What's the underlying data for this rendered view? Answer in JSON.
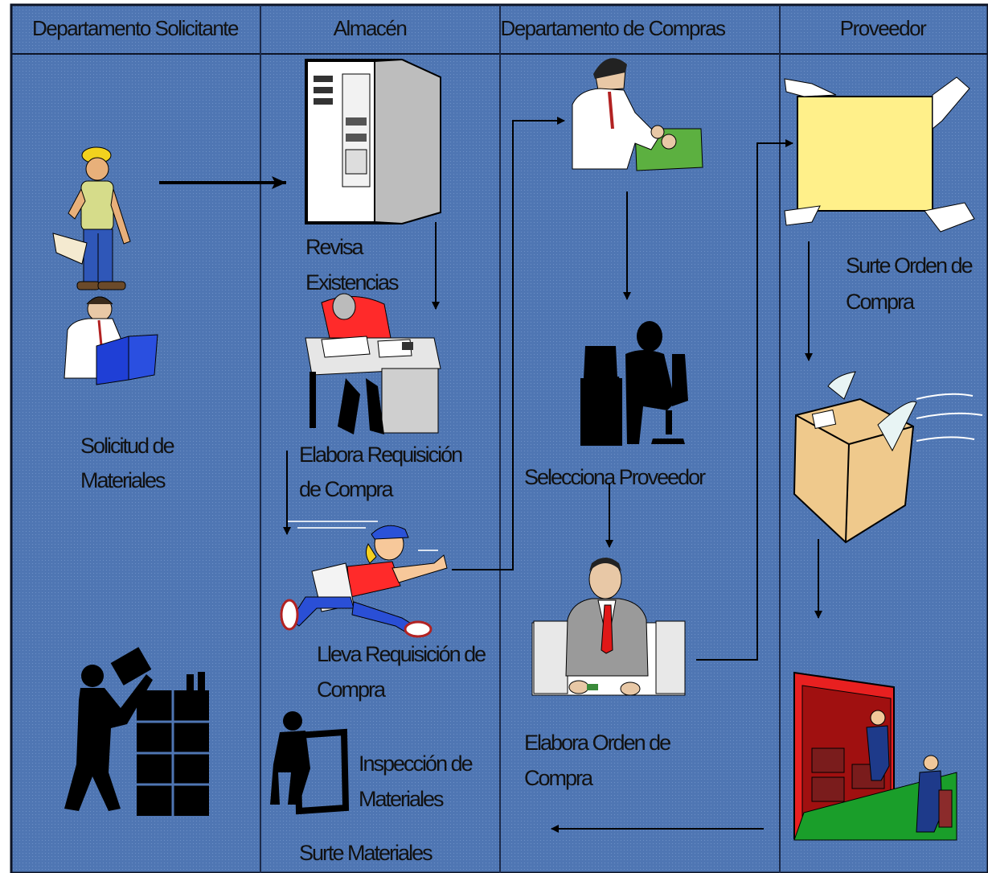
{
  "colors": {
    "background": "#4f76b3",
    "lane_line": "#1b2a4a",
    "header_fill": "#4f76b3",
    "arrow": "#000000"
  },
  "lanes": [
    {
      "title": "Departamento Solicitante"
    },
    {
      "title": "Almacén"
    },
    {
      "title": "Departamento de Compras"
    },
    {
      "title": "Proveedor"
    }
  ],
  "steps": {
    "solicitud": {
      "line1": "Solicitud de",
      "line2": "Materiales"
    },
    "revisa": {
      "line1": "Revisa",
      "line2": "Existencias"
    },
    "elabora_requisicion": {
      "line1": "Elabora Requisición",
      "line2": "de Compra"
    },
    "lleva_requisicion": {
      "line1": "Lleva Requisición de",
      "line2": "Compra"
    },
    "inspeccion": {
      "line1": "Inspección de",
      "line2": "Materiales"
    },
    "surte_materiales": {
      "line1": "Surte Materiales"
    },
    "selecciona_proveedor": {
      "line1": "Selecciona Proveedor"
    },
    "elabora_orden": {
      "line1": "Elabora Orden de",
      "line2": "Compra"
    },
    "surte_orden": {
      "line1": "Surte Orden de",
      "line2": "Compra"
    }
  },
  "icons": [
    "worker-hardhat-icon",
    "reader-book-icon",
    "server-cabinet-icon",
    "writer-desk-icon",
    "running-man-icon",
    "silhouette-boxes-icon",
    "silhouette-carrier-icon",
    "businessman-desk-icon",
    "computer-user-silhouette-icon",
    "manager-podium-icon",
    "hands-box-icon",
    "flying-package-icon",
    "delivery-truck-icon"
  ]
}
